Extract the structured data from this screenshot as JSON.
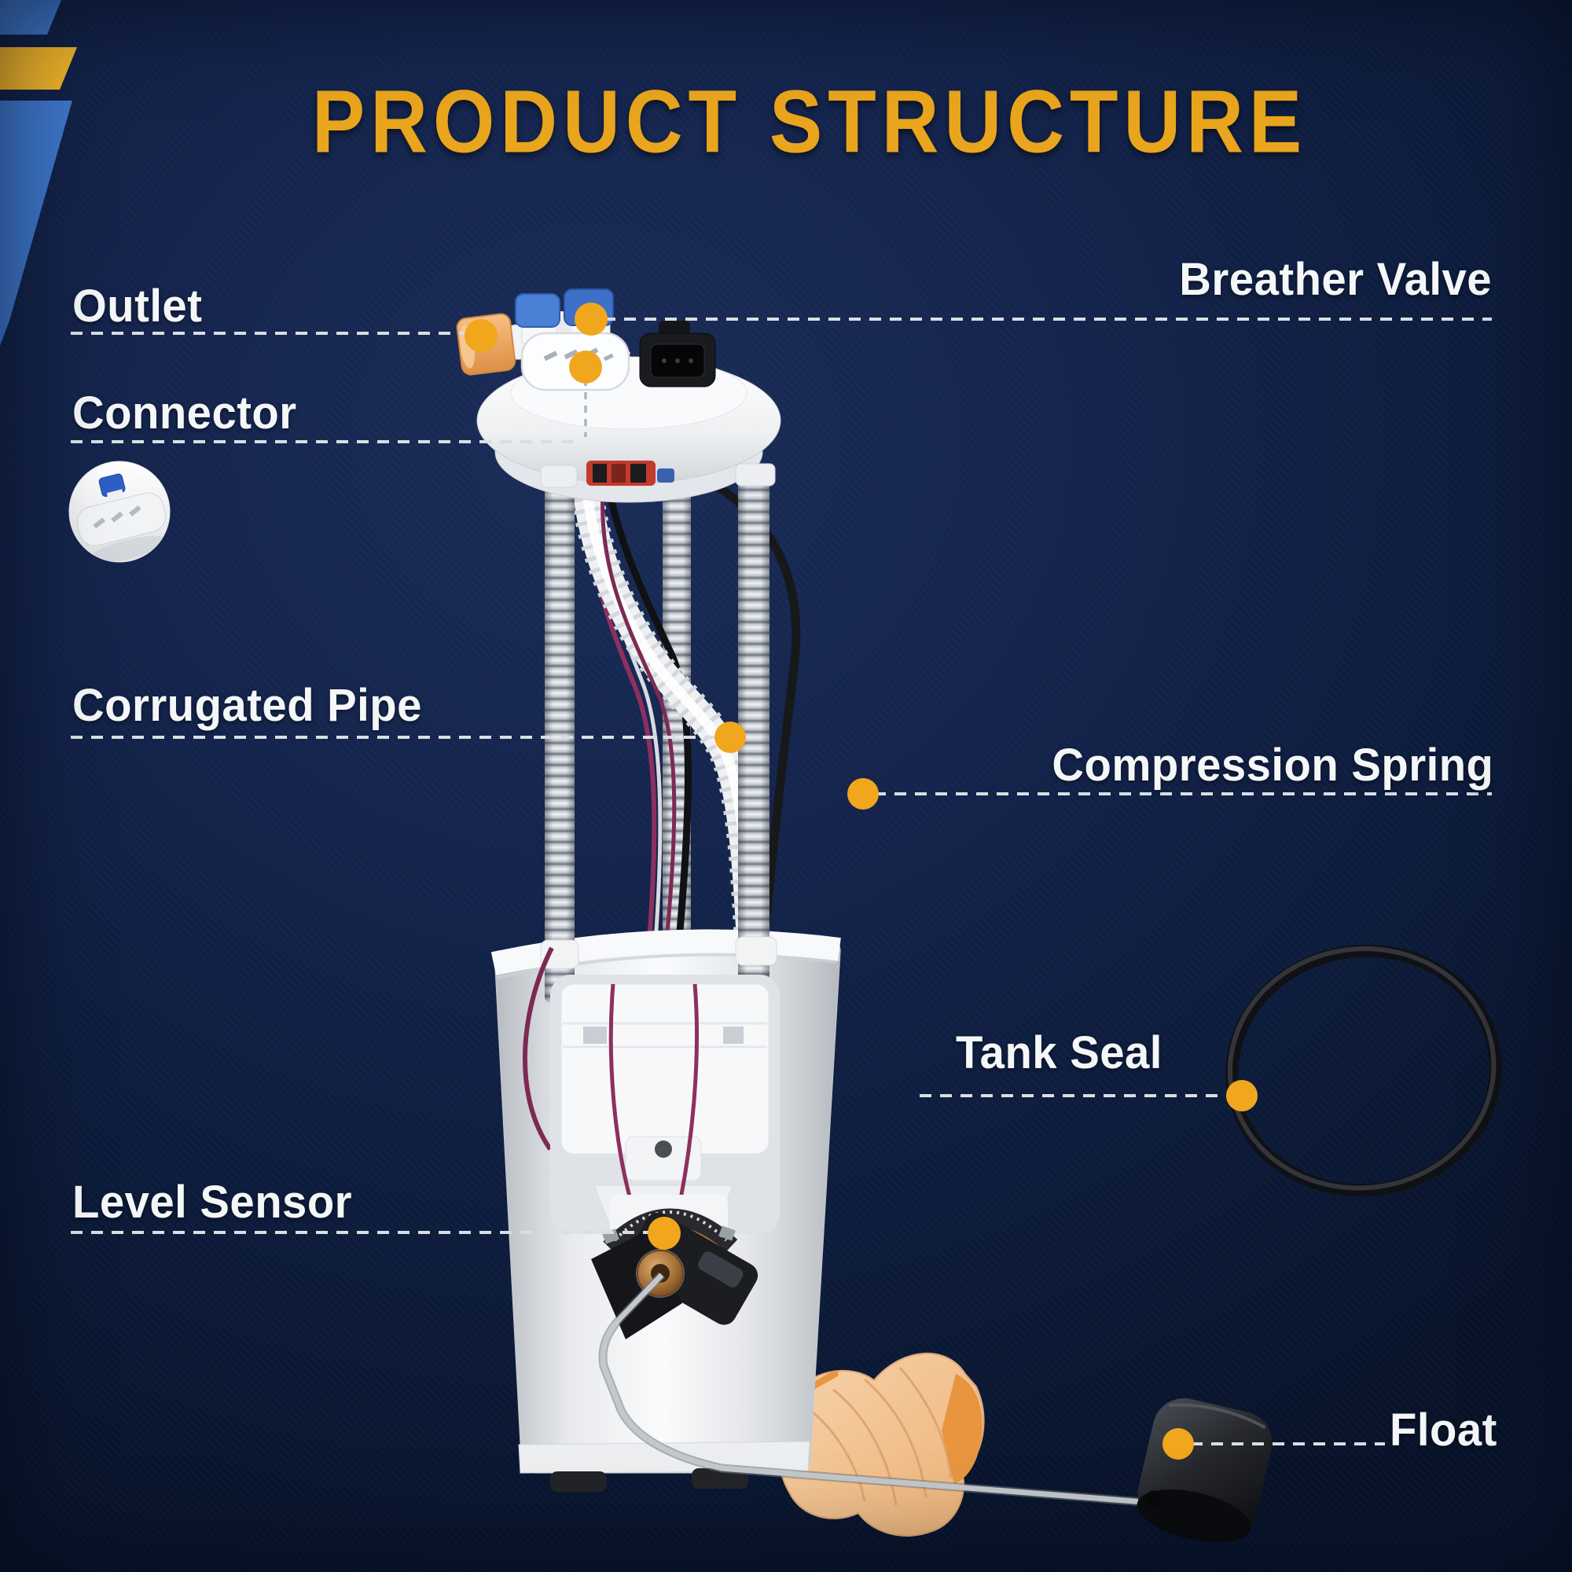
{
  "title": "PRODUCT STRUCTURE",
  "labels": {
    "outlet": "Outlet",
    "connector": "Connector",
    "corrugated_pipe": "Corrugated Pipe",
    "level_sensor": "Level Sensor",
    "breather_valve": "Breather Valve",
    "compression_spring": "Compression Spring",
    "tank_seal": "Tank Seal",
    "float": "Float"
  },
  "colors": {
    "background_navy": "#0E1E3E",
    "title_gold": "#E9A51D",
    "marker_yellow": "#F0A71E",
    "decor_blue": "#3E76C9",
    "decor_yellow": "#F0B42A",
    "label_white": "#F4F6F8",
    "leader_line": "#D9DDE2"
  }
}
